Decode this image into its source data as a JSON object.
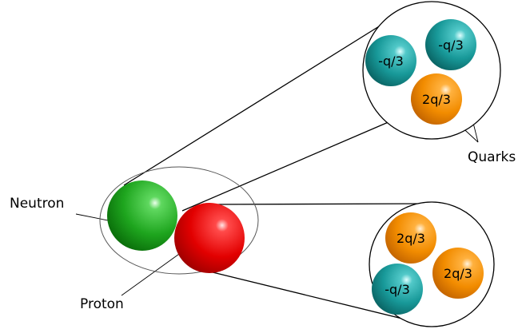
{
  "labels": {
    "neutron": "Neutron",
    "proton": "Proton",
    "quarks": "Quarks"
  },
  "neutron_quarks": [
    "-q/3",
    "-q/3",
    "2q/3"
  ],
  "proton_quarks": [
    "2q/3",
    "2q/3",
    "-q/3"
  ],
  "colors": {
    "neutron": "#1fa51f",
    "proton": "#e20000",
    "quark_teal": "#1a9a9a",
    "quark_orange": "#f28c00"
  }
}
